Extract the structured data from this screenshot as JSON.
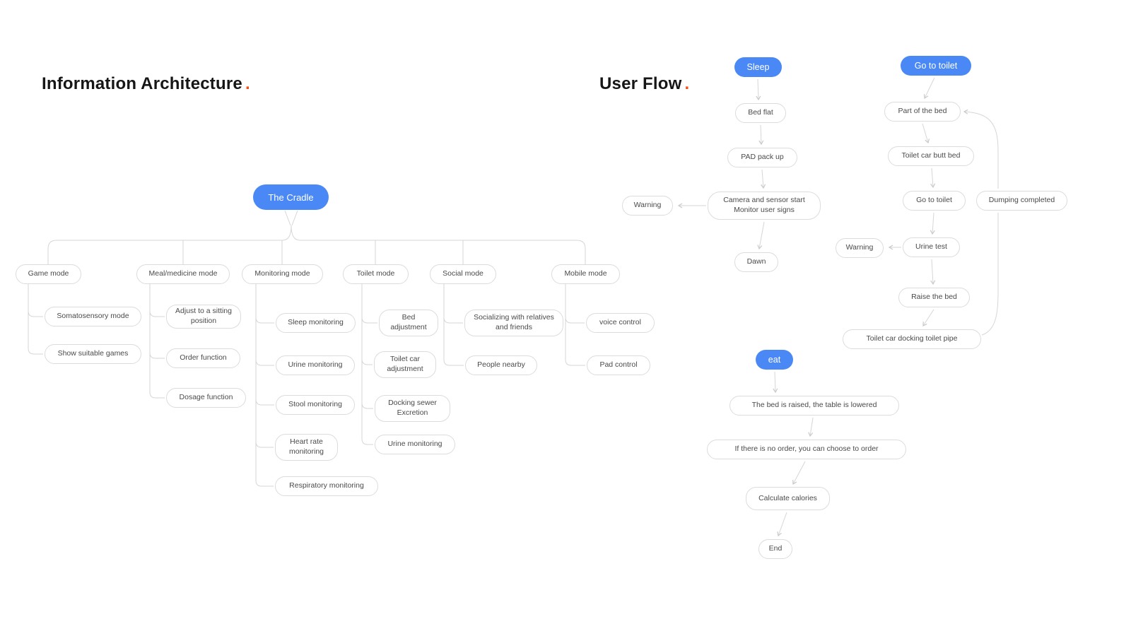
{
  "titles": {
    "ia": "Information Architecture",
    "flow": "User Flow",
    "dot": "."
  },
  "ia": {
    "root": "The Cradle",
    "modes": [
      "Game mode",
      "Meal/medicine mode",
      "Monitoring mode",
      "Toilet mode",
      "Social mode",
      "Mobile mode"
    ],
    "game_children": [
      "Somatosensory mode",
      "Show suitable games"
    ],
    "meal_children": [
      "Adjust to a sitting position",
      "Order function",
      "Dosage function"
    ],
    "monitoring_children": [
      "Sleep monitoring",
      "Urine monitoring",
      "Stool monitoring",
      "Heart rate monitoring",
      "Respiratory monitoring"
    ],
    "toilet_children": [
      "Bed adjustment",
      "Toilet car adjustment",
      "Docking sewer Excretion",
      "Urine monitoring"
    ],
    "social_children": [
      "Socializing with relatives and friends",
      "People nearby"
    ],
    "mobile_children": [
      "voice control",
      "Pad control"
    ]
  },
  "flows": {
    "sleep": {
      "start": "Sleep",
      "bed_flat": "Bed flat",
      "pad_pack_up": "PAD pack up",
      "camera": "Camera and sensor start Monitor user signs",
      "warning": "Warning",
      "dawn": "Dawn"
    },
    "toilet": {
      "start": "Go to toilet",
      "part_of_bed": "Part of the bed",
      "butt_bed": "Toilet car butt bed",
      "go_to_toilet": "Go to toilet",
      "warning": "Warning",
      "urine_test": "Urine test",
      "raise_bed": "Raise the bed",
      "docking_pipe": "Toilet car docking toilet pipe",
      "dumping": "Dumping completed"
    },
    "eat": {
      "start": "eat",
      "bed_raised": "The bed is raised, the table is lowered",
      "no_order": "If there is no order, you can choose to order",
      "calories": "Calculate calories",
      "end": "End"
    }
  },
  "colors": {
    "primary_blue": "#4a89f5",
    "accent_orange": "#f4501a",
    "node_border": "#dcdcdc",
    "connector": "#d6d6d6"
  }
}
